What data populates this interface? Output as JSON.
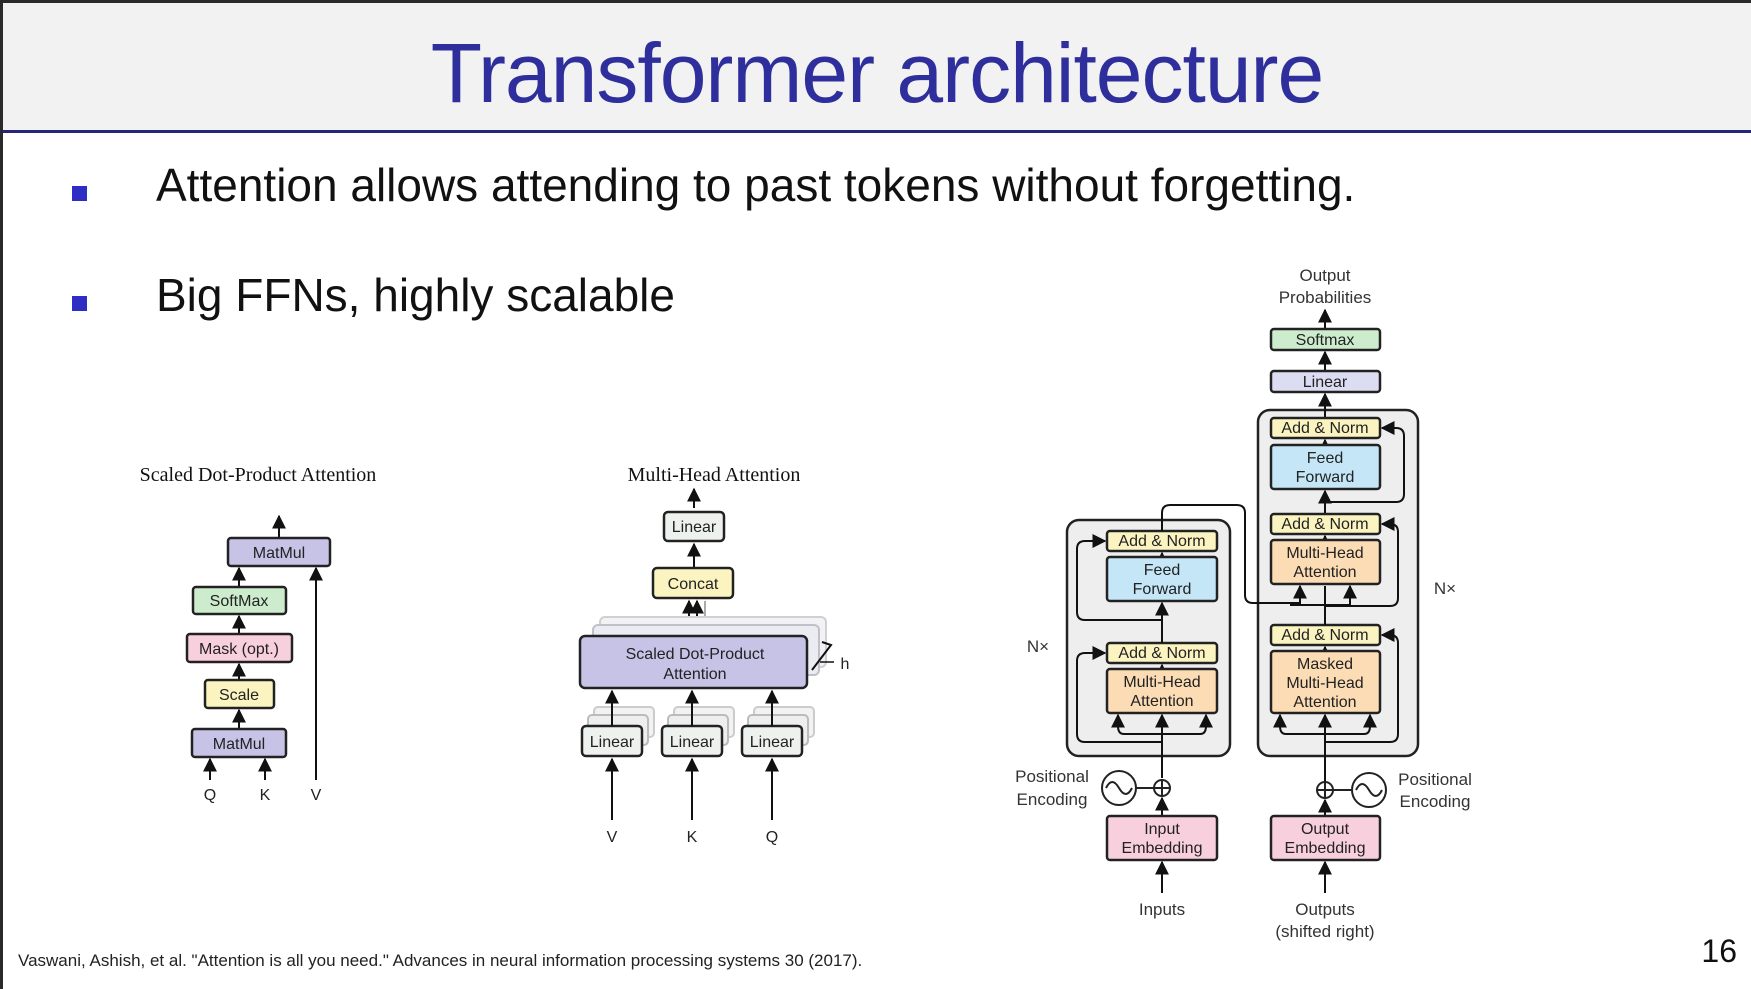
{
  "slide": {
    "title": "Transformer architecture",
    "bullets": [
      "Attention allows attending to past tokens without forgetting.",
      "Big FFNs, highly scalable"
    ],
    "citation": "Vaswani, Ashish, et al. \"Attention is all you need.\" Advances in neural information processing systems 30 (2017).",
    "page_number": "16"
  },
  "colors": {
    "title": "#2e2e9c",
    "bullet": "#2e2ec4",
    "purple_box": "#c6c3e6",
    "green_box": "#cdeccd",
    "pink_box": "#f8cfdc",
    "yellow_box": "#fbf4c0",
    "blue_box": "#c4e6f6",
    "orange_box": "#fbdcb4",
    "linear_box": "#dcdcf2",
    "gray_block": "#eeeeef"
  },
  "sdpa": {
    "title": "Scaled Dot-Product Attention",
    "matmul_top": "MatMul",
    "softmax": "SoftMax",
    "mask": "Mask (opt.)",
    "scale": "Scale",
    "matmul_bottom": "MatMul",
    "q": "Q",
    "k": "K",
    "v": "V"
  },
  "mha": {
    "title": "Multi-Head Attention",
    "linear_top": "Linear",
    "concat": "Concat",
    "sdpa_line1": "Scaled Dot-Product",
    "sdpa_line2": "Attention",
    "h": "h",
    "linear_v": "Linear",
    "linear_k": "Linear",
    "linear_q": "Linear",
    "v": "V",
    "k": "K",
    "q": "Q"
  },
  "transformer": {
    "output_label_1": "Output",
    "output_label_2": "Probabilities",
    "softmax": "Softmax",
    "linear": "Linear",
    "add_norm": "Add & Norm",
    "feed_forward_1": "Feed",
    "feed_forward_2": "Forward",
    "multi_head_1": "Multi-Head",
    "multi_head_2": "Attention",
    "masked_1": "Masked",
    "masked_2": "Multi-Head",
    "masked_3": "Attention",
    "nx": "N×",
    "positional_1": "Positional",
    "positional_2": "Encoding",
    "input_embedding_1": "Input",
    "input_embedding_2": "Embedding",
    "output_embedding_1": "Output",
    "output_embedding_2": "Embedding",
    "inputs": "Inputs",
    "outputs_1": "Outputs",
    "outputs_2": "(shifted right)"
  }
}
